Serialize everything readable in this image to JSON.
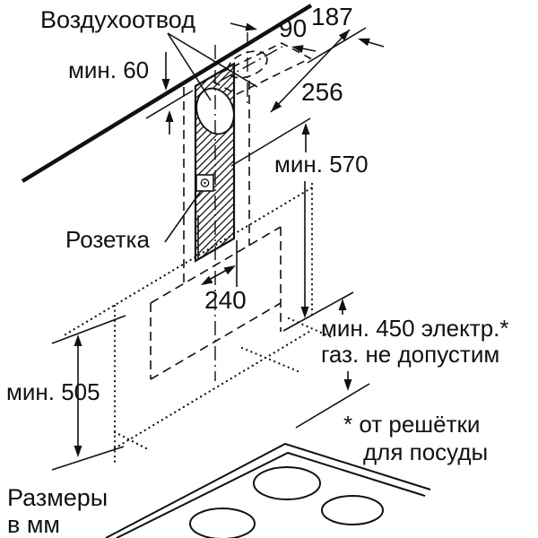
{
  "diagram": {
    "labels": {
      "air_outlet": "Воздухоотвод",
      "socket": "Розетка",
      "units_line1": "Размеры",
      "units_line2": "в мм",
      "footnote_line1": "* от решётки",
      "footnote_line2": "для посуды"
    },
    "dimensions": {
      "min_ceiling_gap": "мин. 60",
      "duct_offset": "90",
      "wall_to_duct": "187",
      "ceiling_cutout_depth": "256",
      "min_chimney_height": "мин. 570",
      "plate_width": "240",
      "min_hood_height": "мин. 505",
      "min_hob_clearance_line1": "мин. 450 электр.*",
      "min_hob_clearance_line2": "газ. не допустим"
    },
    "colors": {
      "ink": "#111111",
      "background": "#ffffff"
    }
  }
}
